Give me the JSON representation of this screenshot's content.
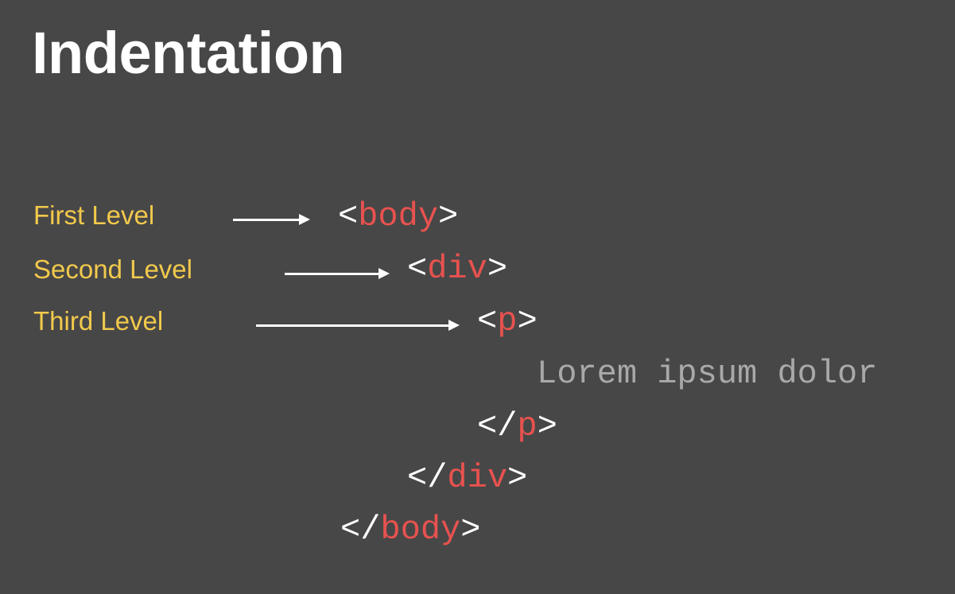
{
  "slide": {
    "background_color": "#474747",
    "title": "Indentation"
  },
  "colors": {
    "background": "#474747",
    "title": "#FFFFFF",
    "level_label": "#F2C94C",
    "tag_name": "#E8524F",
    "punctuation": "#FFFFFF",
    "body_text": "#A9A9A9",
    "arrow": "#FFFFFF"
  },
  "levels": [
    {
      "label": "First Level",
      "arrow": "long-arrow-right-icon"
    },
    {
      "label": "Second Level",
      "arrow": "long-arrow-right-icon"
    },
    {
      "label": "Third Level",
      "arrow": "long-arrow-right-icon"
    }
  ],
  "code": {
    "lines": [
      {
        "open": "<",
        "name": "body",
        "close": ">"
      },
      {
        "open": "<",
        "name": "div",
        "close": ">"
      },
      {
        "open": "<",
        "name": "p",
        "close": ">"
      },
      {
        "text": "Lorem ipsum dolor"
      },
      {
        "open": "</",
        "name": "p",
        "close": ">"
      },
      {
        "open": "</",
        "name": "div",
        "close": ">"
      },
      {
        "open": "</",
        "name": "body",
        "close": ">"
      }
    ]
  }
}
